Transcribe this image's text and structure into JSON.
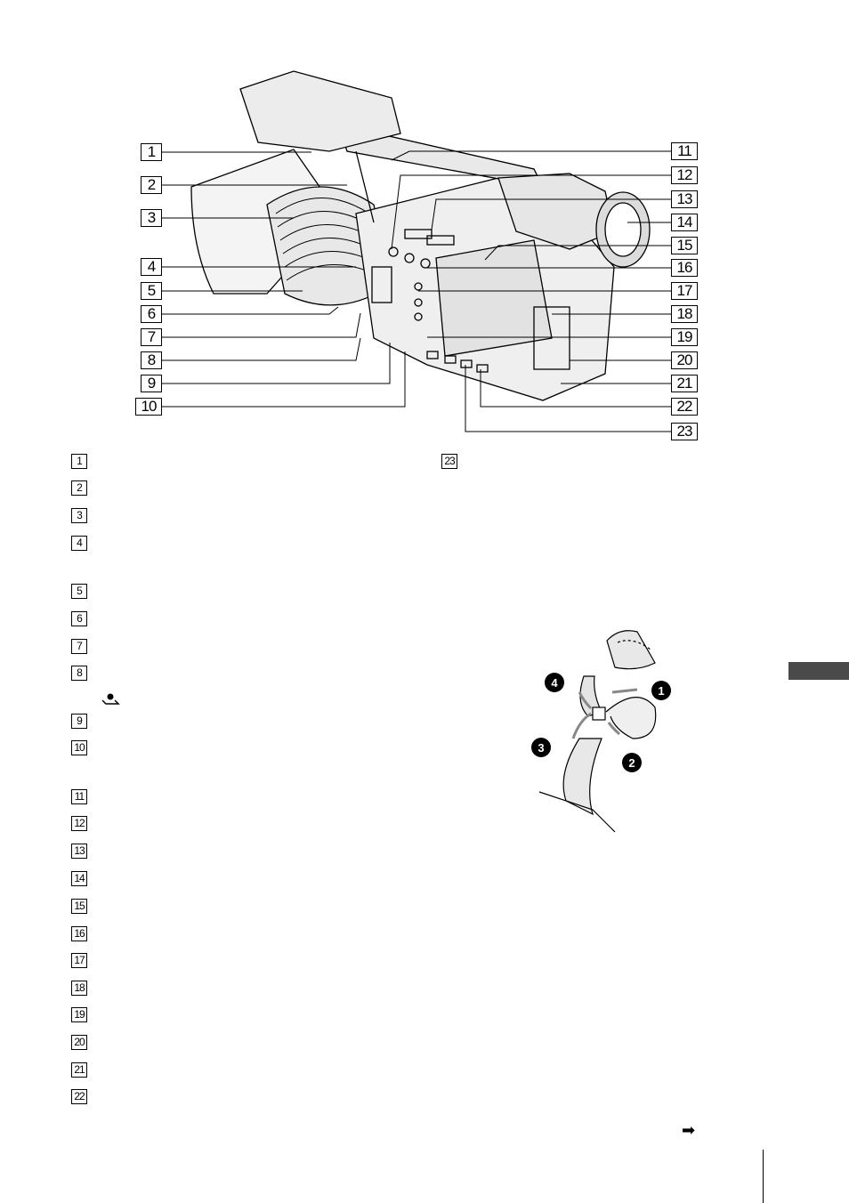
{
  "camera_callouts": [
    "1",
    "2",
    "3",
    "4",
    "5",
    "6",
    "7",
    "8",
    "9",
    "10",
    "11",
    "12",
    "13",
    "14",
    "15",
    "16",
    "17",
    "18",
    "19",
    "20",
    "21",
    "22",
    "23"
  ],
  "index_left": [
    "1",
    "2",
    "3",
    "4",
    "5",
    "6",
    "7",
    "8",
    "9",
    "10",
    "11",
    "12",
    "13",
    "14",
    "15",
    "16",
    "17",
    "18",
    "19",
    "20",
    "21",
    "22"
  ],
  "index_right": [
    "23"
  ],
  "strap_steps": [
    "1",
    "2",
    "3",
    "4"
  ],
  "icons": {
    "hold_icon": "tripod-hold-icon",
    "continue_icon": "right-arrow-icon"
  },
  "continue_arrow": "➡",
  "colors": {
    "tab": "#4a4a4a",
    "strap_arrow": "#888888"
  }
}
